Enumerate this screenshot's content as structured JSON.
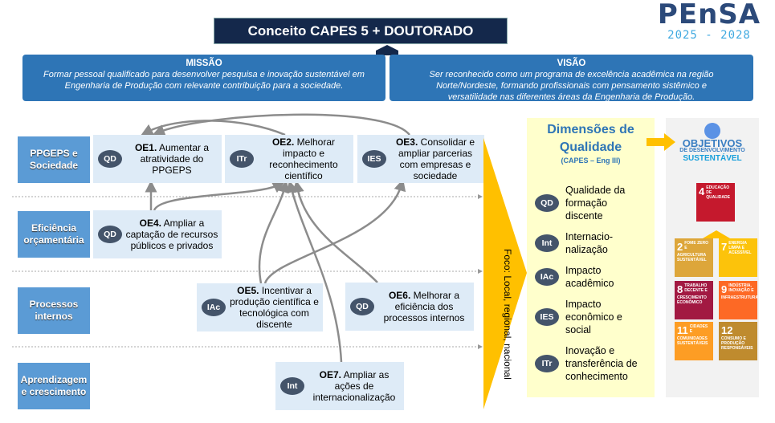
{
  "logo": {
    "name": "PEnSA",
    "years": "2025 - 2028"
  },
  "title": "Conceito CAPES 5 + DOUTORADO",
  "mission": {
    "heading": "MISSÃO",
    "text": "Formar pessoal qualificado para desenvolver pesquisa e inovação sustentável em Engenharia de Produção com relevante contribuição para a sociedade."
  },
  "vision": {
    "heading": "VISÃO",
    "text": "Ser reconhecido como um programa de excelência acadêmica na região Norte/Nordeste, formando profissionais com pensamento sistêmico e versatilidade nas diferentes áreas da Engenharia de Produção."
  },
  "rows": [
    "PPGEPS e Sociedade",
    "Eficiência orçamentária",
    "Processos internos",
    "Aprendizagem e crescimento"
  ],
  "objectives": [
    {
      "code": "OE1.",
      "text": "Aumentar a atratividade do PPGEPS",
      "badge": "QD"
    },
    {
      "code": "OE2.",
      "text": "Melhorar impacto e reconhecimento científico",
      "badge": "ITr"
    },
    {
      "code": "OE3.",
      "text": "Consolidar e ampliar parcerias com empresas e sociedade",
      "badge": "IES"
    },
    {
      "code": "OE4.",
      "text": "Ampliar a captação de recursos públicos e privados",
      "badge": "QD"
    },
    {
      "code": "OE5.",
      "text": "Incentivar a produção científica e tecnológica com discente",
      "badge": "IAc"
    },
    {
      "code": "OE6.",
      "text": "Melhorar a eficiência dos processos internos",
      "badge": "QD"
    },
    {
      "code": "OE7.",
      "text": "Ampliar as ações de internacionalização",
      "badge": "Int"
    }
  ],
  "focus": "Foco: Local, regional, nacional",
  "dimensions": {
    "title": "Dimensões de Qualidade",
    "subtitle": "(CAPES – Eng III)",
    "items": [
      {
        "badge": "QD",
        "label": "Qualidade da formação discente"
      },
      {
        "badge": "Int",
        "label": "Internacio-nalização"
      },
      {
        "badge": "IAc",
        "label": "Impacto acadêmico"
      },
      {
        "badge": "IES",
        "label": "Impacto econômico e social"
      },
      {
        "badge": "ITr",
        "label": "Inovação e transferência de conhecimento"
      }
    ]
  },
  "sdg": {
    "title1": "OBJETIVOS",
    "title2": "DE DESENVOLVIMENTO",
    "title3": "SUSTENTÁVEL",
    "goals": [
      {
        "n": "4",
        "label": "EDUCAÇÃO DE QUALIDADE",
        "color": "#c5192d"
      },
      {
        "n": "2",
        "label": "FOME ZERO E AGRICULTURA SUSTENTÁVEL",
        "color": "#dda63a"
      },
      {
        "n": "7",
        "label": "ENERGIA LIMPA E ACESSÍVEL",
        "color": "#fcc30b"
      },
      {
        "n": "8",
        "label": "TRABALHO DECENTE E CRESCIMENTO ECONÔMICO",
        "color": "#a21942"
      },
      {
        "n": "9",
        "label": "INDÚSTRIA, INOVAÇÃO E INFRAESTRUTURA",
        "color": "#fd6925"
      },
      {
        "n": "11",
        "label": "CIDADES E COMUNIDADES SUSTENTÁVEIS",
        "color": "#fd9d24"
      },
      {
        "n": "12",
        "label": "CONSUMO E PRODUÇÃO RESPONSÁVEIS",
        "color": "#bf8b2e"
      }
    ]
  }
}
